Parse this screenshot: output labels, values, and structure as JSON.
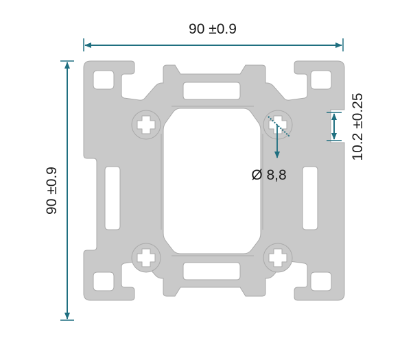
{
  "dimensions": {
    "width_label": "90 ±0.9",
    "height_label": "90 ±0.9",
    "slot_label": "10.2 ±0.25",
    "bore_label": "Ø 8,8"
  },
  "colors": {
    "dimension_line": "#1f6f80",
    "profile_fill": "#c9c9c9",
    "profile_stroke": "#a9a9a9",
    "text": "#1a1a1a",
    "background": "#ffffff"
  }
}
